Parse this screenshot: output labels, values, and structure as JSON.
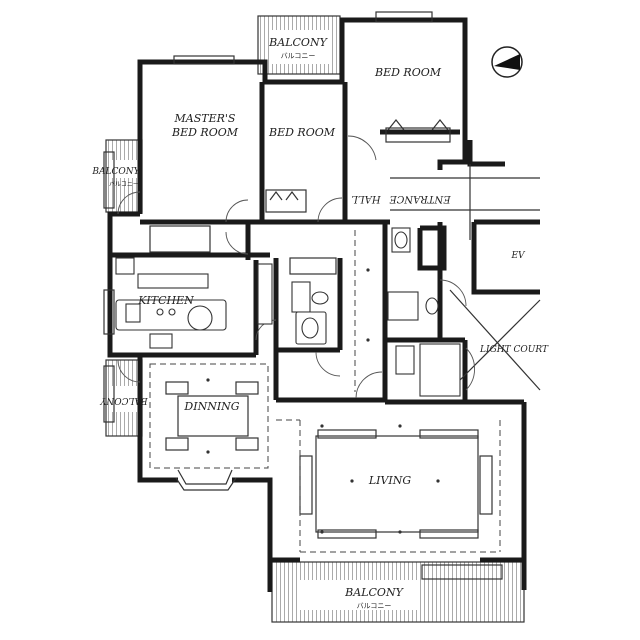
{
  "rooms": {
    "balcony_top": "BALCONY",
    "balcony_top_sub": "バルコニー",
    "bedroom_right": "BED ROOM",
    "masters_line1": "MASTER'S",
    "masters_line2": "BED ROOM",
    "bedroom_mid": "BED ROOM",
    "balcony_left": "BALCONY",
    "balcony_left_sub": "バルコニー",
    "hall": "HALL",
    "entrance": "ENTRANCE",
    "kitchen": "KITCHEN",
    "ev": "EV",
    "light_court": "LIGHT COURT",
    "dinning": "DINNING",
    "balcony_lower_left": "BALCONY",
    "living": "LIVING",
    "balcony_bottom": "BALCONY",
    "balcony_bottom_sub": "バルコニー"
  },
  "colors": {
    "wall": "#1a1a1a",
    "background": "#ffffff"
  },
  "icons": {
    "north": "north-arrow-icon"
  }
}
